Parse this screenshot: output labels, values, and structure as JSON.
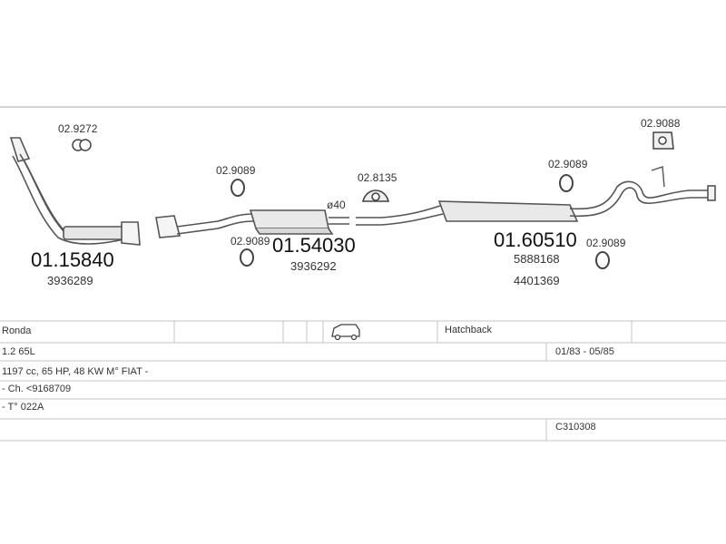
{
  "parts": {
    "p1": {
      "code": "01.15840",
      "ref": "3936289"
    },
    "p2": {
      "code": "01.54030",
      "ref": "3936292"
    },
    "p3": {
      "code": "01.60510",
      "ref1": "5888168",
      "ref2": "4401369"
    },
    "c1": {
      "code": "02.9272"
    },
    "c2": {
      "code": "02.9089"
    },
    "c3": {
      "code": "02.9089"
    },
    "c4": {
      "code": "02.8135"
    },
    "c5": {
      "code": "02.9089"
    },
    "c6": {
      "code": "02.9088"
    },
    "c7": {
      "code": "02.9089"
    },
    "diameter": "ø40"
  },
  "table": {
    "row1": {
      "model": "Ronda",
      "body": "Hatchback"
    },
    "row2": {
      "engine": "1.2 65L",
      "years": "01/83 - 05/85"
    },
    "row3": {
      "spec": "1197 cc, 65 HP, 48 KW M° FIAT -"
    },
    "row4": {
      "chassis": "- Ch. <9168709"
    },
    "row5": {
      "type": "- T° 022A"
    },
    "row6": {
      "code": "C310308"
    }
  }
}
